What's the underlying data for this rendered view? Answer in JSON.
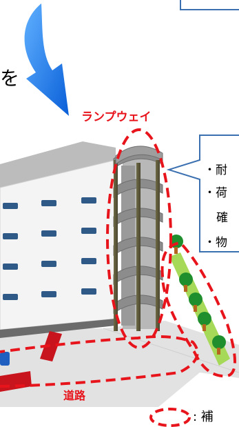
{
  "labels": {
    "cut_char": "を",
    "rampway": "ランプウェイ",
    "road": "道路",
    "legend_text": ": 補"
  },
  "callout": {
    "lines": [
      "・耐",
      "・荷",
      "確",
      "・物"
    ]
  },
  "colors": {
    "accent_red": "#e8141c",
    "building_wall": "#f3f3f3",
    "roof": "#b9b9b9",
    "window": "#2f5a87",
    "ramp": "#8c8c8c",
    "callout_border": "#3a6fb0",
    "arrow_blue": "#1a73e8",
    "planting": "#a6d957"
  }
}
